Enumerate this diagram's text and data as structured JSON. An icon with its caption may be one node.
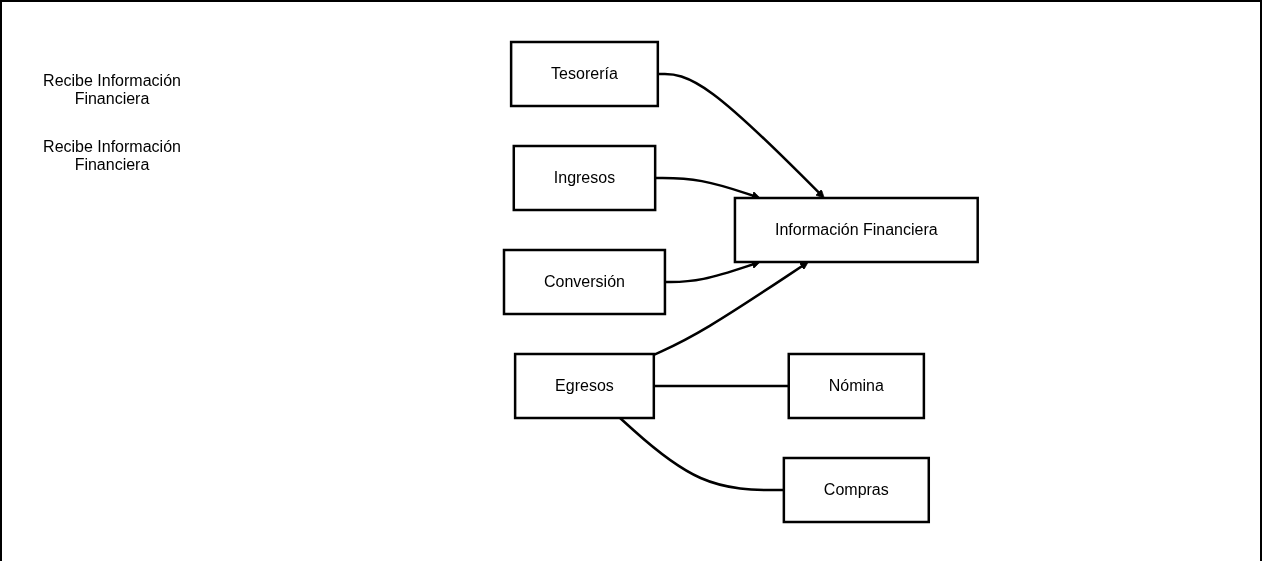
{
  "diagram": {
    "nodes": [
      {
        "text": [
          "Tesorería"
        ]
      },
      {
        "text": [
          "Nómina"
        ]
      },
      {
        "text": [
          "Ingresos"
        ]
      },
      {
        "text": [
          "Información Financiera"
        ]
      },
      {
        "text": [
          "Egresos"
        ]
      },
      {
        "text": [
          "Compras"
        ]
      },
      {
        "text": [
          "Conversión"
        ]
      }
    ],
    "edges": [
      {
        "from": 0,
        "to": 3,
        "arrow": "to"
      },
      {
        "from": 2,
        "to": 3,
        "arrow": "to"
      },
      {
        "from": 4,
        "to": 3,
        "arrow": "to"
      },
      {
        "from": 6,
        "to": 3,
        "arrow": "to"
      },
      {
        "from": 4,
        "to": 1,
        "arrow": "none"
      },
      {
        "from": 4,
        "to": 5,
        "arrow": "none"
      }
    ],
    "labels": [
      "Recibe Información Financiera",
      "Recibe Información Financiera"
    ]
  }
}
